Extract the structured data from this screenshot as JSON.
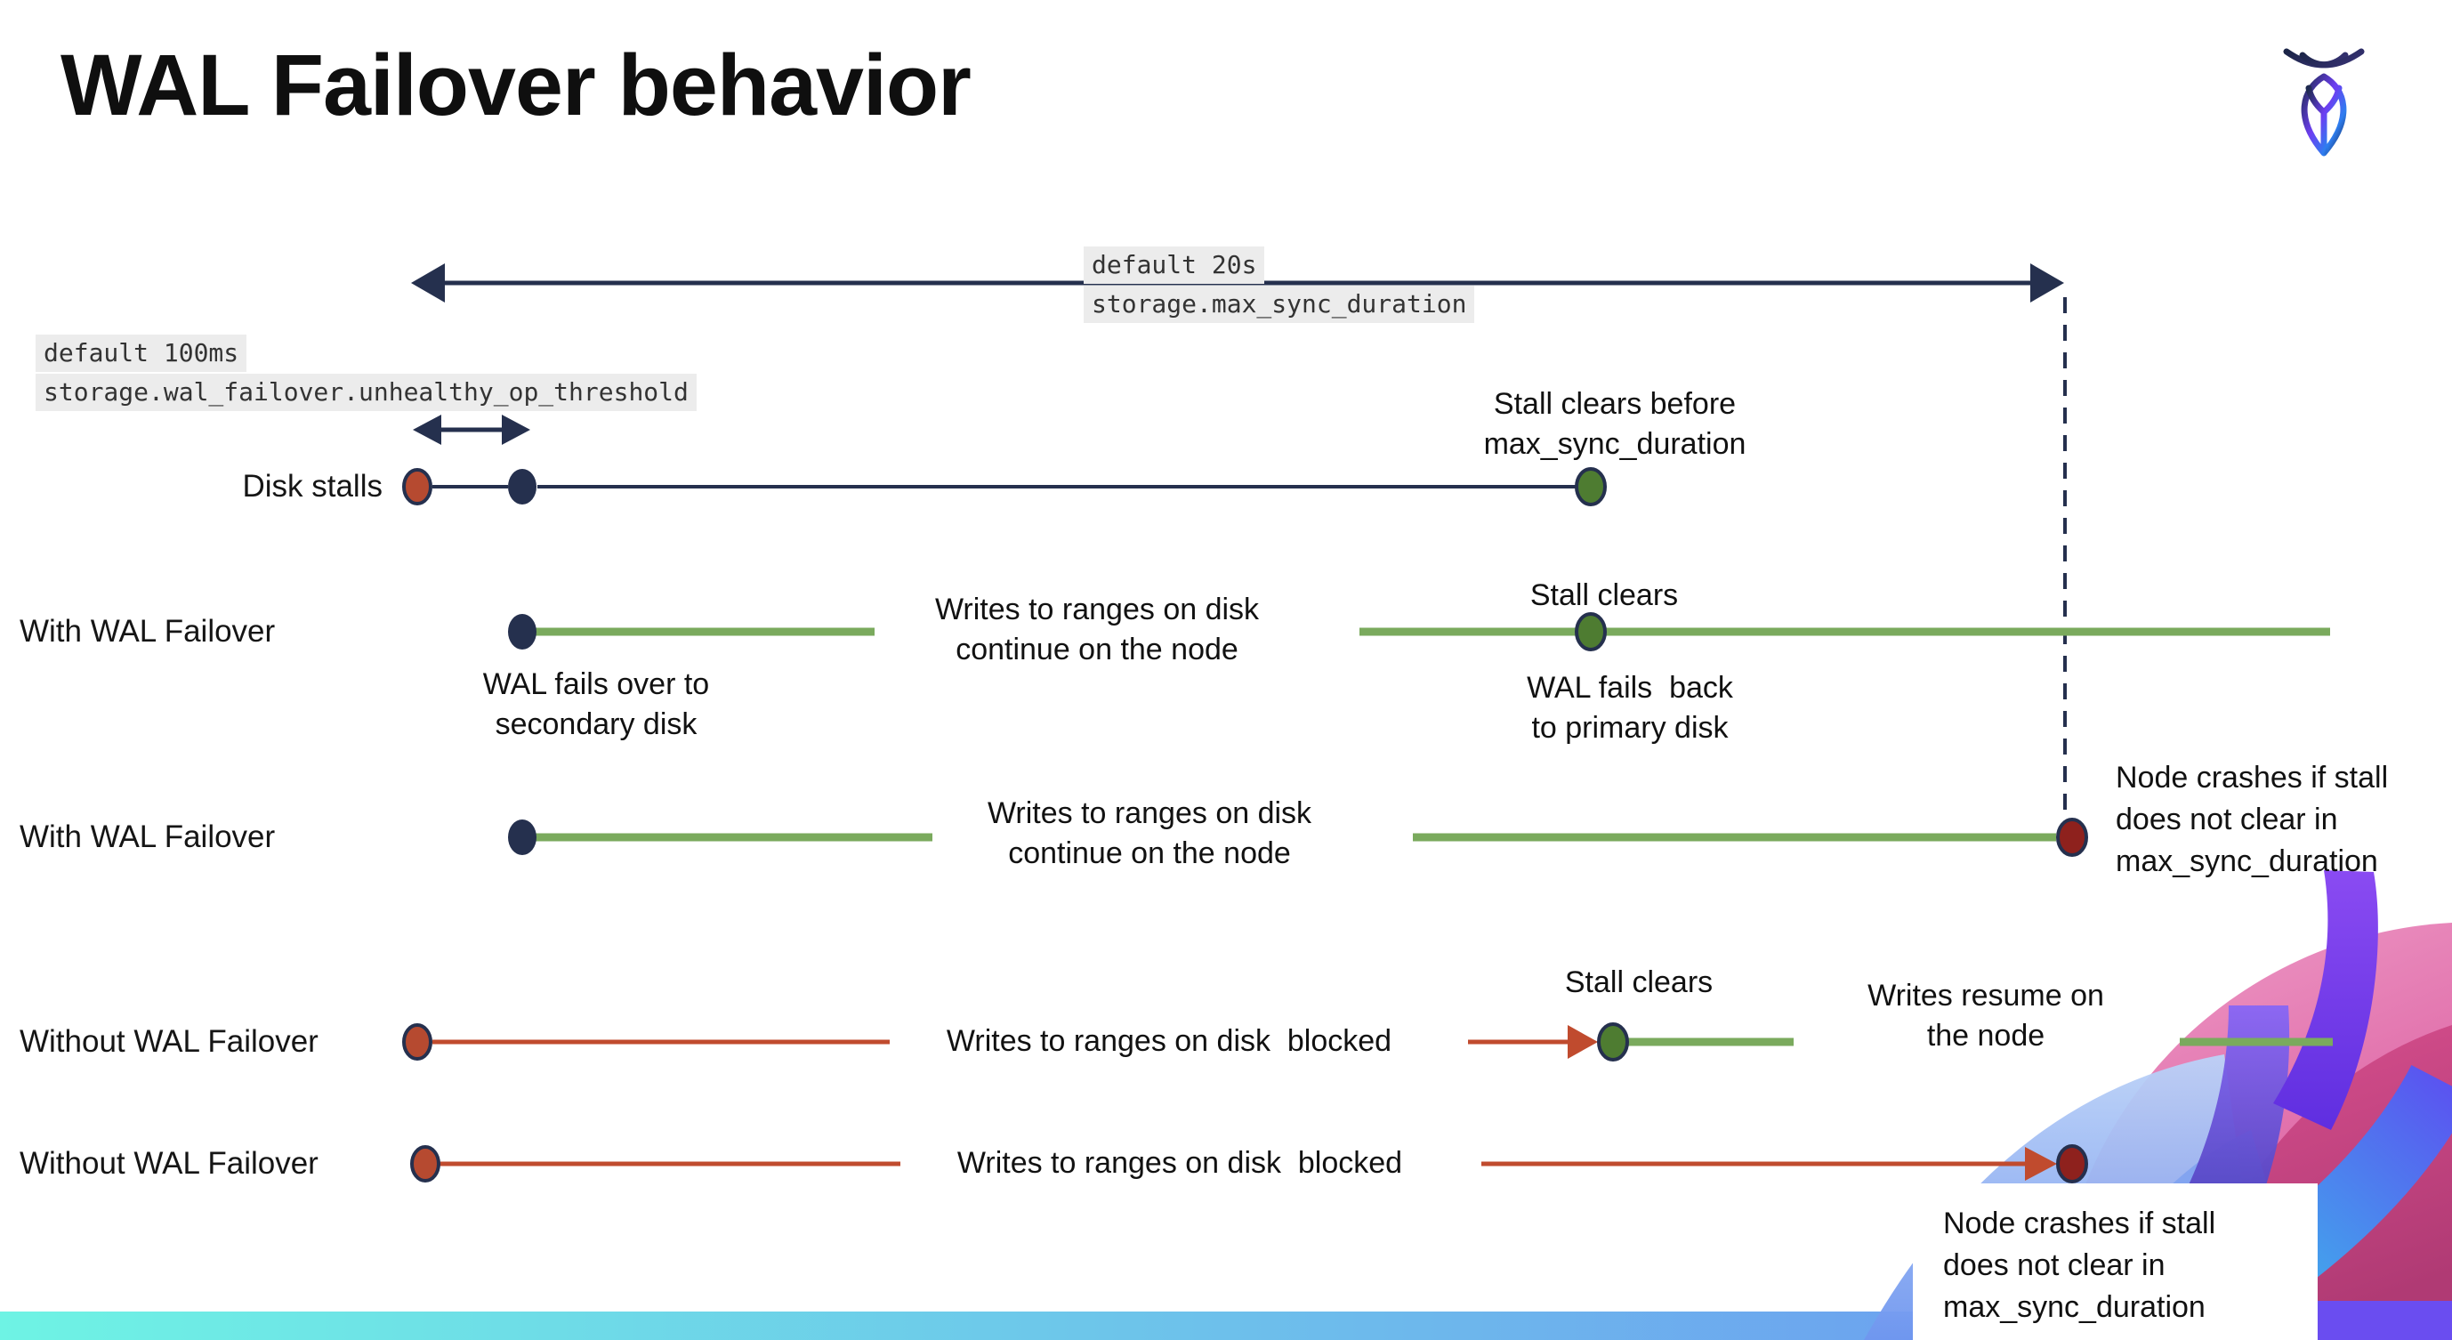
{
  "title": "WAL Failover behavior",
  "logo_name": "cockroachdb-logo",
  "config": {
    "max_sync_default": "default 20s",
    "max_sync_setting": "storage.max_sync_duration",
    "threshold_default": "default 100ms",
    "threshold_setting": "storage.wal_failover.unhealthy_op_threshold"
  },
  "rows": [
    {
      "label": "Disk stalls",
      "stall_note": "Stall clears before\nmax_sync_duration"
    },
    {
      "label": "With WAL Failover",
      "failover_note": "WAL fails over to\nsecondary disk",
      "writes_note": "Writes to ranges on disk\ncontinue on the node",
      "stall_note": "Stall clears",
      "failback_note": "WAL fails  back\nto primary disk"
    },
    {
      "label": "With WAL Failover",
      "writes_note": "Writes to ranges on disk\ncontinue on the node",
      "crash_note": "Node crashes if stall\ndoes not clear in\nmax_sync_duration"
    },
    {
      "label": "Without WAL Failover",
      "writes_note": "Writes to ranges on disk  blocked",
      "stall_note": "Stall clears",
      "resume_note": "Writes resume on\nthe node"
    },
    {
      "label": "Without WAL Failover",
      "writes_note": "Writes to ranges on disk  blocked",
      "crash_note": "Node crashes if stall\ndoes not clear in\nmax_sync_duration"
    }
  ],
  "colors": {
    "navy": "#25304e",
    "brick": "#b64a30",
    "red_line": "#c04b2e",
    "dark_red": "#8e211d",
    "green_line": "#7aaa5d",
    "green_dot": "#4e7c31",
    "label_bg": "#ececec",
    "text": "#111111",
    "mono_text": "#333333",
    "bar_left": "#6ef3e4",
    "bar_right": "#6c8df2"
  }
}
